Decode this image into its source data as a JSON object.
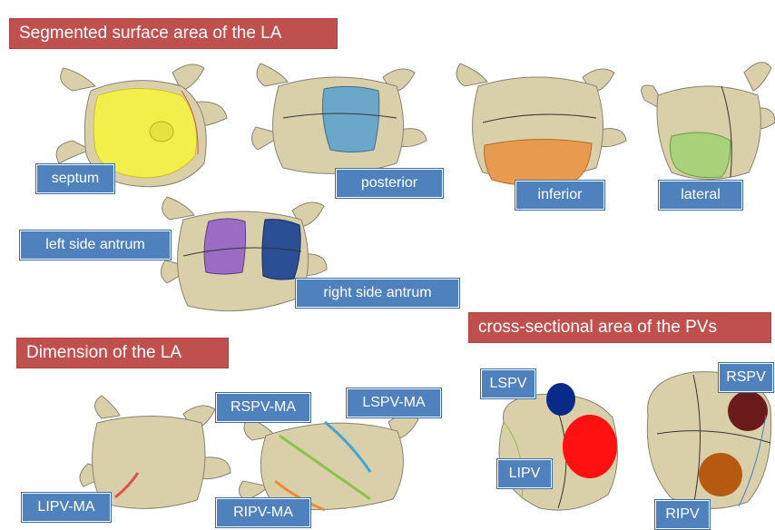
{
  "titles": {
    "segmented": "Segmented surface area of  the LA",
    "dimension": "Dimension of  the LA",
    "cross": "cross-sectional area of  the PVs"
  },
  "labels": {
    "septum": "septum",
    "posterior": "posterior",
    "inferior": "inferior",
    "lateral": "lateral",
    "left_antrum": "left side antrum",
    "right_antrum": "right side antrum",
    "rspv_ma": "RSPV-MA",
    "lspv_ma": "LSPV-MA",
    "lipv_ma": "LIPV-MA",
    "ripv_ma": "RIPV-MA",
    "lspv": "LSPV",
    "lipv": "LIPV",
    "rspv": "RSPV",
    "ripv": "RIPV"
  },
  "colors": {
    "title_bg": "#c0504d",
    "label_bg": "#4f81bd",
    "tissue": "#d9d0aa",
    "septum": "#f2ef4a",
    "posterior": "#6ba7c9",
    "inferior": "#e89a4e",
    "lateral": "#a8d27a",
    "left_antrum": "#9a6cc4",
    "right_antrum": "#2b4f95",
    "lspv": "#0a2a8a",
    "lipv": "#ff1111",
    "rspv": "#6b1a1a",
    "ripv": "#b55a10"
  }
}
